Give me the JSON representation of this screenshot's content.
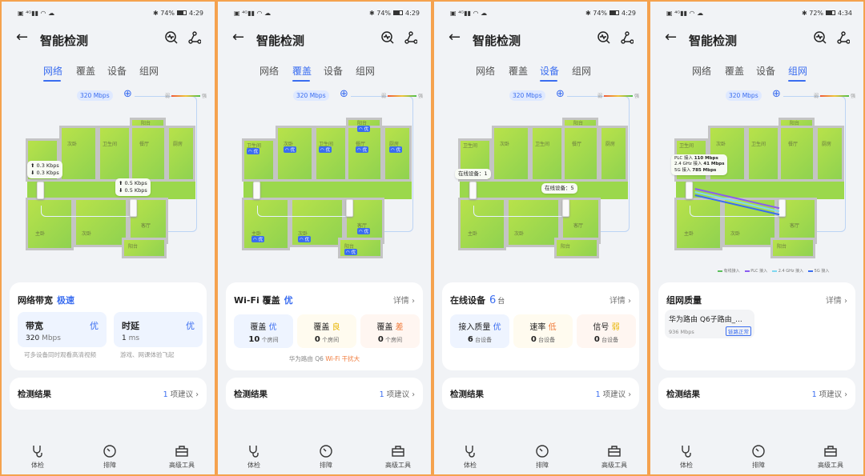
{
  "common": {
    "title": "智能检测",
    "tabs": [
      "网络",
      "覆盖",
      "设备",
      "组网"
    ],
    "speed_pill": "320 Mbps",
    "legend": {
      "weak": "弱",
      "strong": "强"
    },
    "result": {
      "label": "检测结果",
      "count": "1",
      "suffix": "项建议"
    },
    "details": "详情",
    "nav": [
      "体检",
      "排障",
      "高级工具"
    ],
    "rooms": [
      "阳台",
      "卫生间",
      "次卧",
      "卫生间",
      "餐厅",
      "厨房",
      "主卧",
      "次卧",
      "客厅",
      "阳台"
    ],
    "colors": {
      "accent": "#3a6df0",
      "good": "#3a6df0",
      "fair": "#e8b400",
      "poor": "#f07a3a",
      "frame": "#f5a24e"
    }
  },
  "panels": [
    {
      "status": {
        "battery": "74%",
        "time": "4:29"
      },
      "active_tab": 0,
      "tips": [
        "0.3 Kbps",
        "0.3 Kbps",
        "0.5 Kbps",
        "0.5 Kbps"
      ],
      "card": {
        "title": "网络带宽",
        "rating": "极速",
        "items": [
          {
            "name": "带宽",
            "grade": "优",
            "value": "320",
            "unit": "Mbps",
            "desc": "可多设备同时观看高清视频"
          },
          {
            "name": "时延",
            "grade": "优",
            "value": "1",
            "unit": "ms",
            "desc": "游戏、网课体验飞起"
          }
        ]
      }
    },
    {
      "status": {
        "battery": "74%",
        "time": "4:29"
      },
      "active_tab": 1,
      "room_badge": "优",
      "card": {
        "title": "Wi-Fi 覆盖",
        "rating": "优",
        "items": [
          {
            "name": "覆盖",
            "grade": "优",
            "value": "10",
            "unit": "个房间"
          },
          {
            "name": "覆盖",
            "grade": "良",
            "value": "0",
            "unit": "个房间"
          },
          {
            "name": "覆盖",
            "grade": "差",
            "value": "0",
            "unit": "个房间"
          }
        ],
        "note": "华为路由 Q6",
        "note_warn": "Wi-Fi 干扰大"
      }
    },
    {
      "status": {
        "battery": "74%",
        "time": "4:29"
      },
      "active_tab": 2,
      "tips": [
        "在线设备：1",
        "在线设备：5"
      ],
      "card": {
        "title": "在线设备",
        "count": "6",
        "unit": "台",
        "items": [
          {
            "name": "接入质量",
            "grade": "优",
            "value": "6",
            "unit": "台设备"
          },
          {
            "name": "速率",
            "grade": "低",
            "value": "0",
            "unit": "台设备"
          },
          {
            "name": "信号",
            "grade": "弱",
            "value": "0",
            "unit": "台设备"
          }
        ]
      }
    },
    {
      "status": {
        "battery": "72%",
        "time": "4:34"
      },
      "active_tab": 3,
      "tips": [
        {
          "k": "PLC 接入",
          "v": "110 Mbps"
        },
        {
          "k": "2.4 GHz 接入",
          "v": "41 Mbps"
        },
        {
          "k": "5G 接入",
          "v": "785 Mbps"
        }
      ],
      "link_legend": [
        "有线接入",
        "PLC 接入",
        "2.4 GHz 接入",
        "5G 接入"
      ],
      "link_colors": [
        "#5cc05c",
        "#8a5cf0",
        "#7fd8f0",
        "#3a6df0"
      ],
      "card": {
        "title": "组网质量",
        "node": {
          "name": "华为路由 Q6子路由_...",
          "speed": "936 Mbps",
          "status": "链路正常"
        }
      }
    }
  ]
}
